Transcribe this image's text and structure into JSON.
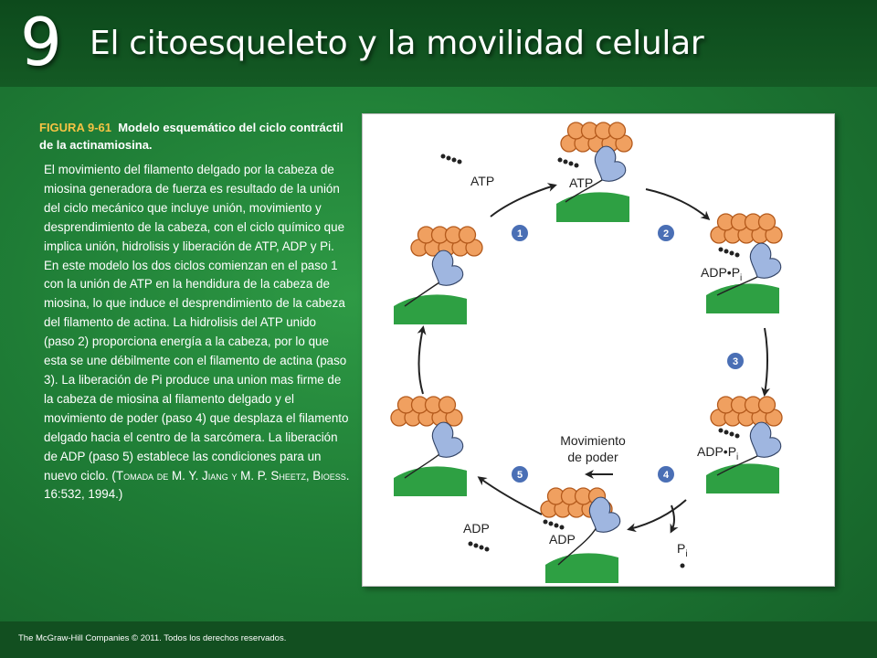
{
  "header": {
    "chapter_number": "9",
    "chapter_title": "El citoesqueleto y la movilidad celular"
  },
  "caption": {
    "figure_label": "FIGURA 9-61",
    "figure_title": "Modelo esquemático del ciclo contráctil de la actinamiosina.",
    "body": "El movimiento del filamento delgado por la cabeza de miosina generadora de fuerza es resultado de la unión del ciclo mecánico que incluye unión, movimiento y desprendimiento de la cabeza, con el ciclo químico que implica unión, hidrolisis y liberación de ATP, ADP y Pi. En este modelo los dos ciclos comienzan en el paso 1 con la unión de ATP en la hendidura de la cabeza de miosina, lo que induce el desprendimiento de la cabeza del filamento de actina. La hidrolisis del ATP unido (paso 2) proporciona energía a la cabeza, por lo que esta se une débilmente con el filamento de actina (paso 3). La liberación de Pi produce una union mas firme de la cabeza de miosina al filamento delgado y el movimiento de poder (paso 4) que desplaza el filamento delgado hacia el centro de la sarcómera. La liberación de ADP (paso 5) establece las condiciones para un nuevo ciclo. (",
    "citation_sc": "Tomada de M. Y. Jiang y M. P. Sheetz, Bioess.",
    "citation_end": " 16:532, 1994.)"
  },
  "figure": {
    "labels": {
      "atp_free": "ATP",
      "atp_bound": "ATP",
      "adp_pi_top": "ADP•P",
      "pi_sub_top": "i",
      "adp_pi_bottom": "ADP•P",
      "pi_sub_bottom": "i",
      "movimiento_line1": "Movimiento",
      "movimiento_line2": "de poder",
      "adp_bound": "ADP",
      "adp_free": "ADP",
      "pi_free": "P",
      "pi_free_sub": "i"
    },
    "steps": [
      "1",
      "2",
      "3",
      "4",
      "5"
    ],
    "colors": {
      "actin": "#f0a060",
      "myosin_head": "#9fb6e0",
      "thick_filament": "#2ea043",
      "step_badge": "#4a6fb5"
    }
  },
  "footer": {
    "copyright": "The McGraw-Hill Companies © 2011. Todos los derechos reservados."
  }
}
